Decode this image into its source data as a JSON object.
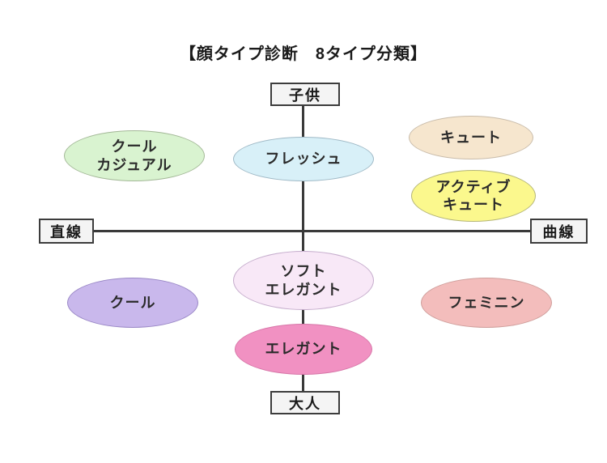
{
  "title": "【顔タイプ診断　8タイプ分類】",
  "axes": {
    "top": "子供",
    "bottom": "大人",
    "left": "直線",
    "right": "曲線"
  },
  "types": [
    {
      "id": "cool-casual",
      "label": "クール\nカジュアル",
      "fill": "#d9f3d0",
      "border": "#a3b897"
    },
    {
      "id": "fresh",
      "label": "フレッシュ",
      "fill": "#d8f0f8",
      "border": "#9fb9c6"
    },
    {
      "id": "cute",
      "label": "キュート",
      "fill": "#f6e6ce",
      "border": "#c9bcaa"
    },
    {
      "id": "active-cute",
      "label": "アクティブ\nキュート",
      "fill": "#fbf88d",
      "border": "#b5b678"
    },
    {
      "id": "cool",
      "label": "クール",
      "fill": "#c9b8ec",
      "border": "#9a88c6"
    },
    {
      "id": "soft-elegant",
      "label": "ソフト\nエレガント",
      "fill": "#f8e8f7",
      "border": "#c5accc"
    },
    {
      "id": "feminine",
      "label": "フェミニン",
      "fill": "#f3bdbc",
      "border": "#cf9e9b"
    },
    {
      "id": "elegant",
      "label": "エレガント",
      "fill": "#f191c2",
      "border": "#d776a8"
    }
  ],
  "line_color": "#3a3a3a"
}
